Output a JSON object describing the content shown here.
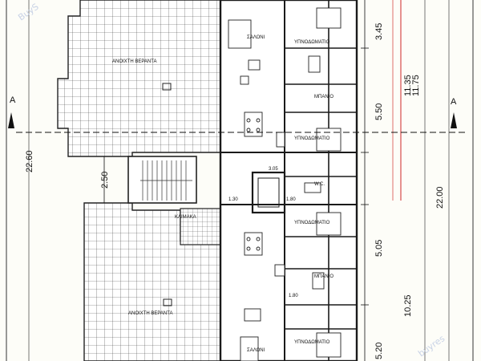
{
  "watermark": {
    "top_left": "BuyS",
    "bottom_right": "buyres"
  },
  "section_marks": {
    "left": "A",
    "right": "A"
  },
  "rooms": {
    "veranda_top": "ΑΝΟΙΧΤΗ ΒΕΡΑΝΤΑ",
    "veranda_bottom": "ΑΝΟΙΧΤΗ ΒΕΡΑΝΤΑ",
    "bedroom_1": "ΥΠΝΟΔΩΜΑΤΙΟ",
    "bath_1": "ΜΠΑΝΙΟ",
    "bedroom_2": "ΥΠΝΟΔΩΜΑΤΙΟ",
    "wc": "W.C.",
    "bedroom_3": "ΥΠΝΟΔΩΜΑΤΙΟ",
    "bath_2": "ΜΠΑΝΙΟ",
    "bedroom_4": "ΥΠΝΟΔΩΜΑΤΙΟ",
    "salon_1": "ΣΑΛΟΝΙ",
    "salon_2": "ΣΑΛΟΝΙ",
    "stairs": "ΚΛΙΜΑΚΑ"
  },
  "dimensions": {
    "left_total": "22.60",
    "left_mid": "2.50",
    "right_a": "3.45",
    "right_b": "5.50",
    "right_c": "5.05",
    "right_d": "5.20",
    "right_total_a": "11.35",
    "right_total_b": "10.25",
    "outer_right_a": "11.75",
    "outer_right_b": "22.00",
    "small_a": "3.05",
    "small_b": "1.30",
    "small_c": "1.80",
    "small_d": "1.80"
  },
  "colors": {
    "line": "#1a1a1a",
    "grid": "#2b2b2b",
    "accent_red": "#d84a4a",
    "background": "#fdfdf8"
  }
}
